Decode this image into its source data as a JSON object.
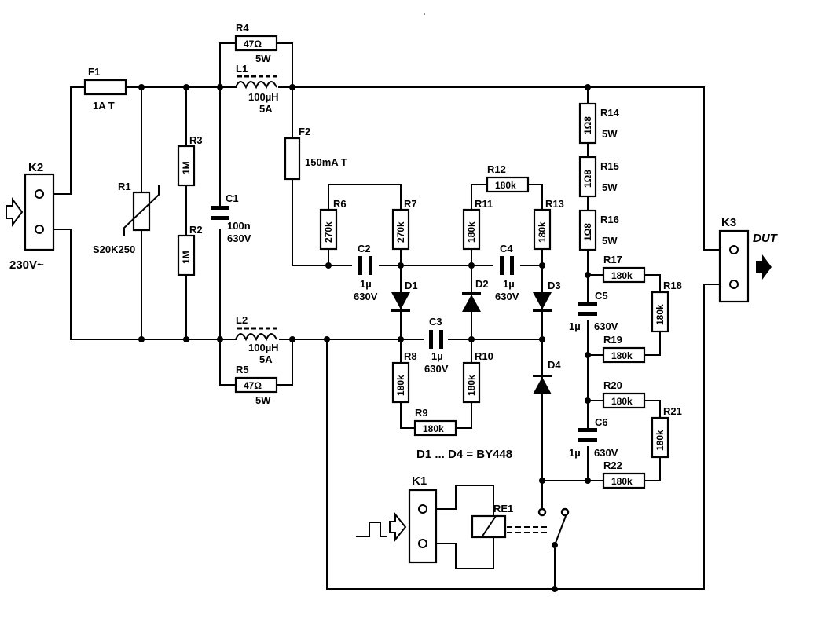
{
  "components": {
    "K1": {
      "ref": "K1"
    },
    "K2": {
      "ref": "K2",
      "note": "230V~"
    },
    "K3": {
      "ref": "K3",
      "note": "DUT"
    },
    "F1": {
      "ref": "F1",
      "value": "1A T"
    },
    "F2": {
      "ref": "F2",
      "value": "150mA T"
    },
    "R1": {
      "ref": "R1",
      "value": "S20K250"
    },
    "R2": {
      "ref": "R2",
      "value": "1M"
    },
    "R3": {
      "ref": "R3",
      "value": "1M"
    },
    "R4": {
      "ref": "R4",
      "value": "47Ω",
      "power": "5W"
    },
    "R5": {
      "ref": "R5",
      "value": "47Ω",
      "power": "5W"
    },
    "R6": {
      "ref": "R6",
      "value": "270k"
    },
    "R7": {
      "ref": "R7",
      "value": "270k"
    },
    "R8": {
      "ref": "R8",
      "value": "180k"
    },
    "R9": {
      "ref": "R9",
      "value": "180k"
    },
    "R10": {
      "ref": "R10",
      "value": "180k"
    },
    "R11": {
      "ref": "R11",
      "value": "180k"
    },
    "R12": {
      "ref": "R12",
      "value": "180k"
    },
    "R13": {
      "ref": "R13",
      "value": "180k"
    },
    "R14": {
      "ref": "R14",
      "value": "1Ω8",
      "power": "5W"
    },
    "R15": {
      "ref": "R15",
      "value": "1Ω8",
      "power": "5W"
    },
    "R16": {
      "ref": "R16",
      "value": "1Ω8",
      "power": "5W"
    },
    "R17": {
      "ref": "R17",
      "value": "180k"
    },
    "R18": {
      "ref": "R18",
      "value": "180k"
    },
    "R19": {
      "ref": "R19",
      "value": "180k"
    },
    "R20": {
      "ref": "R20",
      "value": "180k"
    },
    "R21": {
      "ref": "R21",
      "value": "180k"
    },
    "R22": {
      "ref": "R22",
      "value": "180k"
    },
    "L1": {
      "ref": "L1",
      "value": "100µH",
      "current": "5A"
    },
    "L2": {
      "ref": "L2",
      "value": "100µH",
      "current": "5A"
    },
    "C1": {
      "ref": "C1",
      "value": "100n",
      "voltage": "630V"
    },
    "C2": {
      "ref": "C2",
      "value": "1µ",
      "voltage": "630V"
    },
    "C3": {
      "ref": "C3",
      "value": "1µ",
      "voltage": "630V"
    },
    "C4": {
      "ref": "C4",
      "value": "1µ",
      "voltage": "630V"
    },
    "C5": {
      "ref": "C5",
      "value": "1µ",
      "voltage": "630V"
    },
    "C6": {
      "ref": "C6",
      "value": "1µ",
      "voltage": "630V"
    },
    "D1": {
      "ref": "D1"
    },
    "D2": {
      "ref": "D2"
    },
    "D3": {
      "ref": "D3"
    },
    "D4": {
      "ref": "D4"
    },
    "RE1": {
      "ref": "RE1"
    }
  },
  "diode_note": "D1 ... D4 = BY448"
}
